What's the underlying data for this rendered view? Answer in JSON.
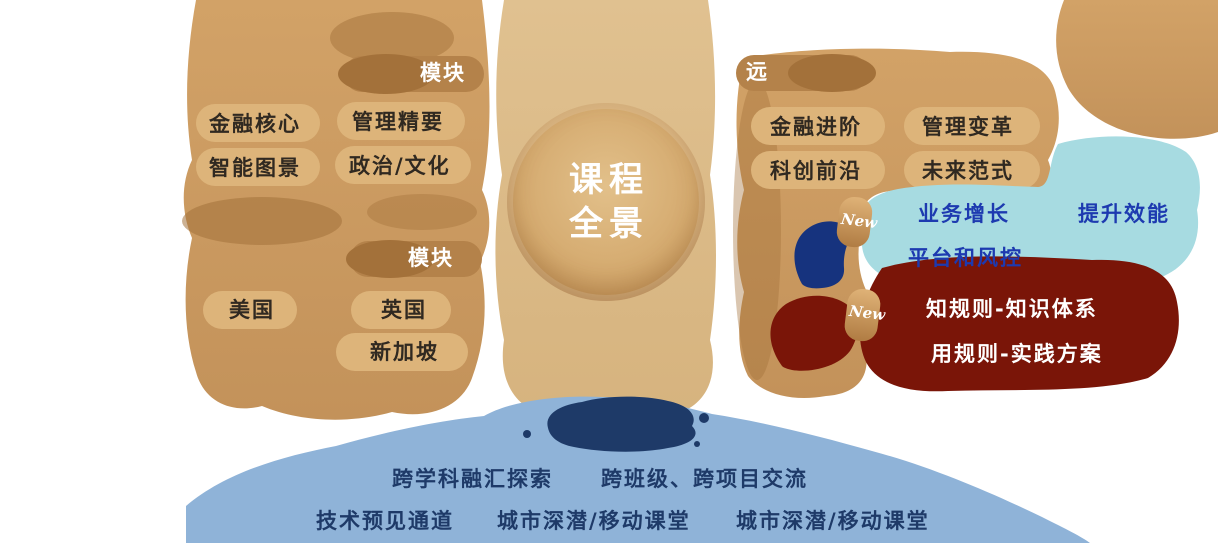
{
  "diagram": {
    "center_circle": {
      "line1": "课程",
      "line2": "全景"
    },
    "left_top_module": {
      "title_visible": "模块",
      "items": [
        "金融核心",
        "管理精要",
        "智能图景",
        "政治/文化"
      ]
    },
    "left_bottom_module": {
      "title_visible": "模块",
      "items": [
        "美国",
        "英国",
        "新加坡"
      ]
    },
    "right_module": {
      "title_visible": "远",
      "items": [
        "金融进阶",
        "管理变革",
        "科创前沿",
        "未来范式"
      ]
    },
    "blue_topics": {
      "items": [
        "业务增长",
        "提升效能",
        "平台和风控"
      ]
    },
    "red_topics": {
      "items": [
        "知规则-知识体系",
        "用规则-实践方案"
      ]
    },
    "badges": [
      {
        "label": "New"
      },
      {
        "label": "New"
      }
    ],
    "bottom_banner": {
      "row1": [
        "跨学科融汇探索",
        "跨班级、跨项目交流"
      ],
      "row2": [
        "技术预见通道",
        "城市深潜/移动课堂",
        "城市深潜/移动课堂"
      ]
    }
  },
  "colors": {
    "tan_base": "#c99a62",
    "tan_light": "#ddb47a",
    "tan_ribbon": "#b4824a",
    "tan_dark": "#a3713a",
    "band": "#dcbd8a",
    "blue_blob": "#a7dbe1",
    "blue_text": "#1d3ab0",
    "red_blob": "#7a1508",
    "navy_brush": "#16337e",
    "wave_blue": "#8fb3d8",
    "navy": "#1e3a68",
    "ink": "#302921"
  }
}
